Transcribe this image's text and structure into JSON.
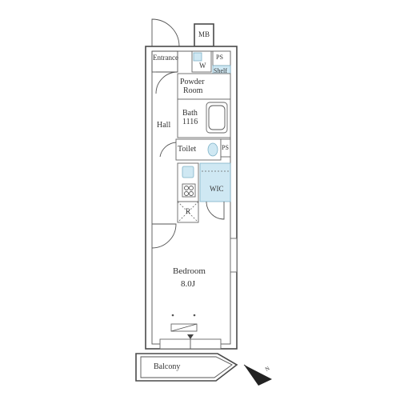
{
  "floorplan": {
    "rooms": {
      "mb": "MB",
      "ps_top": "PS",
      "entrance": "Entrance",
      "washer": "W",
      "shelf": "Shelf",
      "powder_room_line1": "Powder",
      "powder_room_line2": "Room",
      "bath_line1": "Bath",
      "bath_line2": "1116",
      "hall": "Hall",
      "toilet": "Toilet",
      "ps_mid": "PS",
      "wic": "WIC",
      "refrigerator": "R",
      "bedroom_line1": "Bedroom",
      "bedroom_line2": "8.0J",
      "balcony": "Balcony"
    },
    "compass_letter": "N",
    "colors": {
      "wall": "#4a4a4a",
      "highlight": "#cfe8f3"
    }
  }
}
